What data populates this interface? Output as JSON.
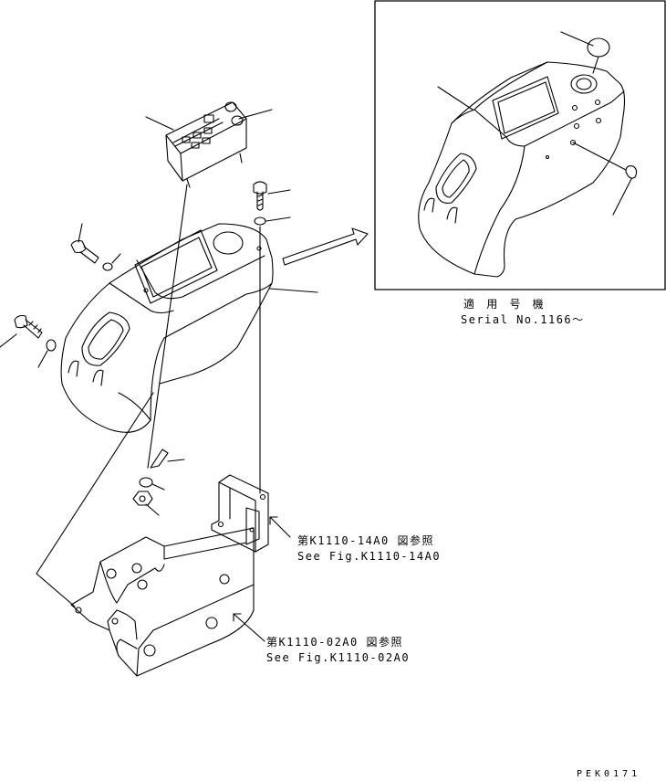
{
  "inset": {
    "title_jp": "適 用 号 機",
    "serial": "Serial No.1166～"
  },
  "references": [
    {
      "jp": "第K1110-14A0 図参照",
      "en": "See Fig.K1110-14A0"
    },
    {
      "jp": "第K1110-02A0 図参照",
      "en": "See Fig.K1110-02A0"
    }
  ],
  "drawing_code": "PEK0171"
}
